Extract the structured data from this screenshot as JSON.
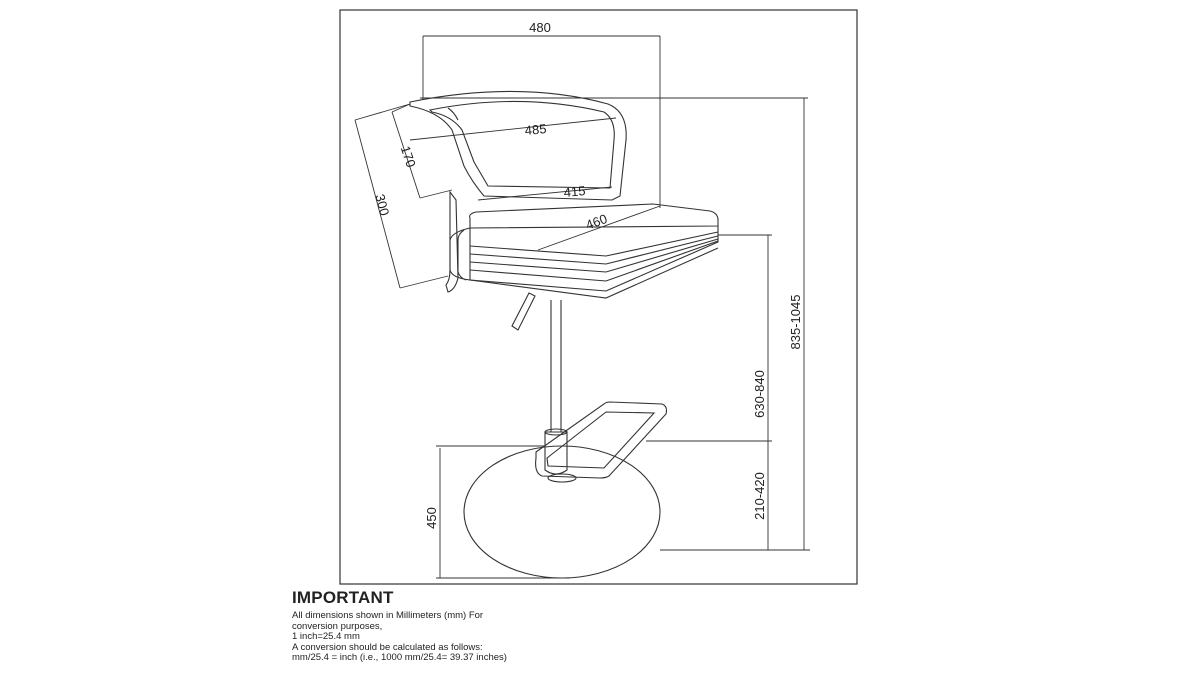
{
  "dimensions": {
    "overall_width": "480",
    "back_width": "485",
    "back_height": "170",
    "seat_back_depth": "300",
    "seat_depth": "415",
    "seat_width": "460",
    "overall_height": "835-1045",
    "seat_height": "630-840",
    "footrest_height": "210-420",
    "base_diameter": "450"
  },
  "note": {
    "title": "IMPORTANT",
    "lines": [
      "All dimensions shown in Millimeters (mm) For",
      "conversion purposes,",
      "1 inch=25.4 mm",
      "A conversion should be calculated as follows:",
      "mm/25.4 = inch (i.e., 1000 mm/25.4= 39.37 inches)"
    ]
  }
}
